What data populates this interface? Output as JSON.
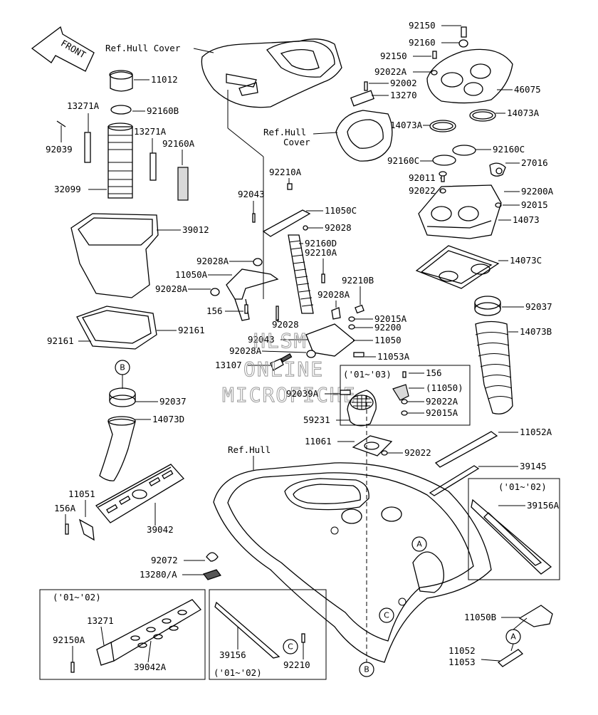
{
  "front_arrow": "FRONT",
  "refs": {
    "hull_cover_top": "Ref.Hull Cover",
    "hull_cover_mid_1": "Ref.Hull",
    "hull_cover_mid_2": "Cover",
    "hull": "Ref.Hull"
  },
  "parts": {
    "p92150_top": "92150",
    "p92160": "92160",
    "p92150": "92150",
    "p92022A_top": "92022A",
    "p92002": "92002",
    "p46075": "46075",
    "p13270": "13270",
    "p14073A_r": "14073A",
    "p14073A_l": "14073A",
    "p92160C_l": "92160C",
    "p92160C_r": "92160C",
    "p27016": "27016",
    "p92011": "92011",
    "p92022_top": "92022",
    "p92200A": "92200A",
    "p92015": "92015",
    "p14073": "14073",
    "p14073C": "14073C",
    "p92037_r": "92037",
    "p14073B": "14073B",
    "p11012": "11012",
    "p13271A_1": "13271A",
    "p92160B": "92160B",
    "p13271A_2": "13271A",
    "p92039": "92039",
    "p92160A": "92160A",
    "p32099": "32099",
    "p39012": "39012",
    "p92161_r": "92161",
    "p92161_l": "92161",
    "p92210A_1": "92210A",
    "p92043_1": "92043",
    "p11050C": "11050C",
    "p92028": "92028",
    "p92160D": "92160D",
    "p92210A_2": "92210A",
    "p92028A_1": "92028A",
    "p11050A": "11050A",
    "p92028A_2": "92028A",
    "p156": "156",
    "p92210B": "92210B",
    "p92028A_3": "92028A",
    "p92015A": "92015A",
    "p92200": "92200",
    "p92028_2": "92028",
    "p92043_2": "92043",
    "p11050": "11050",
    "p92028A_4": "92028A",
    "p11053A": "11053A",
    "p13107": "13107",
    "p92037_l": "92037",
    "p14073D": "14073D",
    "p92039A": "92039A",
    "p59231": "59231",
    "p11061": "11061",
    "p92022_mid": "92022",
    "p11052A": "11052A",
    "p39145": "39145",
    "p11051": "11051",
    "p156A": "156A",
    "p39042": "39042",
    "p39156A": "39156A",
    "p92072": "92072",
    "p13280A": "13280/A",
    "p13271": "13271",
    "p92150A": "92150A",
    "p39042A": "39042A",
    "p39156": "39156",
    "p92210": "92210",
    "p11050B": "11050B",
    "p11052": "11052",
    "p11053": "11053"
  },
  "inset_01_03": {
    "year": "('01~'03)",
    "p156": "156",
    "p11050": "(11050)",
    "p92022A": "92022A",
    "p92015A": "92015A"
  },
  "inset_right_year": "('01~'02)",
  "inset_bl_year": "('01~'02)",
  "inset_bm_year": "('01~'02)",
  "callouts": {
    "B_top": "B",
    "B_bottom": "B",
    "A_mid": "A",
    "A_bottom": "A",
    "C_mid": "C",
    "C_inset": "C"
  },
  "watermark": [
    "HLSM",
    "ONLINE",
    "MICROFICHE"
  ]
}
